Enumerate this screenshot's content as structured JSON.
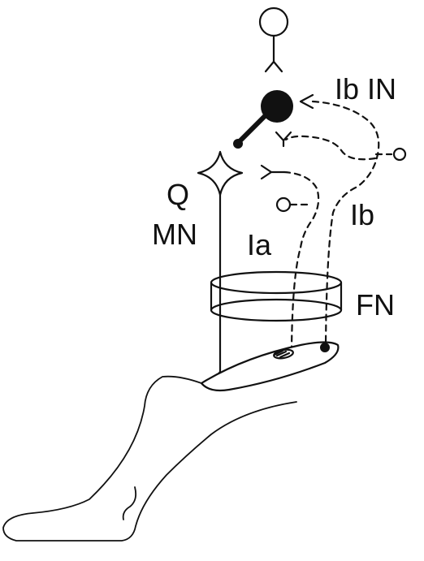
{
  "labels": {
    "ib_in": "Ib IN",
    "q": "Q",
    "mn": "MN",
    "ia": "Ia",
    "ib": "Ib",
    "fn": "FN"
  }
}
